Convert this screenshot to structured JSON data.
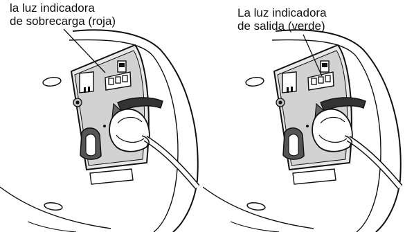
{
  "panels": [
    {
      "label_line1": "la luz indicadora",
      "label_line2": "de sobrecarga (roja)"
    },
    {
      "label_line1": "La luz indicadora",
      "label_line2": "de salida (verde)"
    }
  ],
  "colors": {
    "ink": "#111111",
    "background": "#ffffff"
  }
}
